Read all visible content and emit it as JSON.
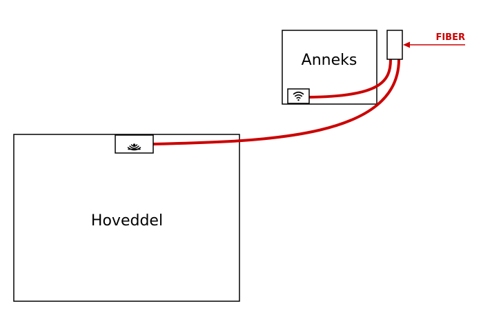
{
  "labels": {
    "annex": "Anneks",
    "main": "Hoveddel",
    "fiber": "FIBER"
  },
  "icons": {
    "annex_device": "wifi-icon",
    "main_device": "signal-broadcast-icon"
  },
  "colors": {
    "fiber_cable": "#cc0000",
    "outline": "#000000"
  }
}
